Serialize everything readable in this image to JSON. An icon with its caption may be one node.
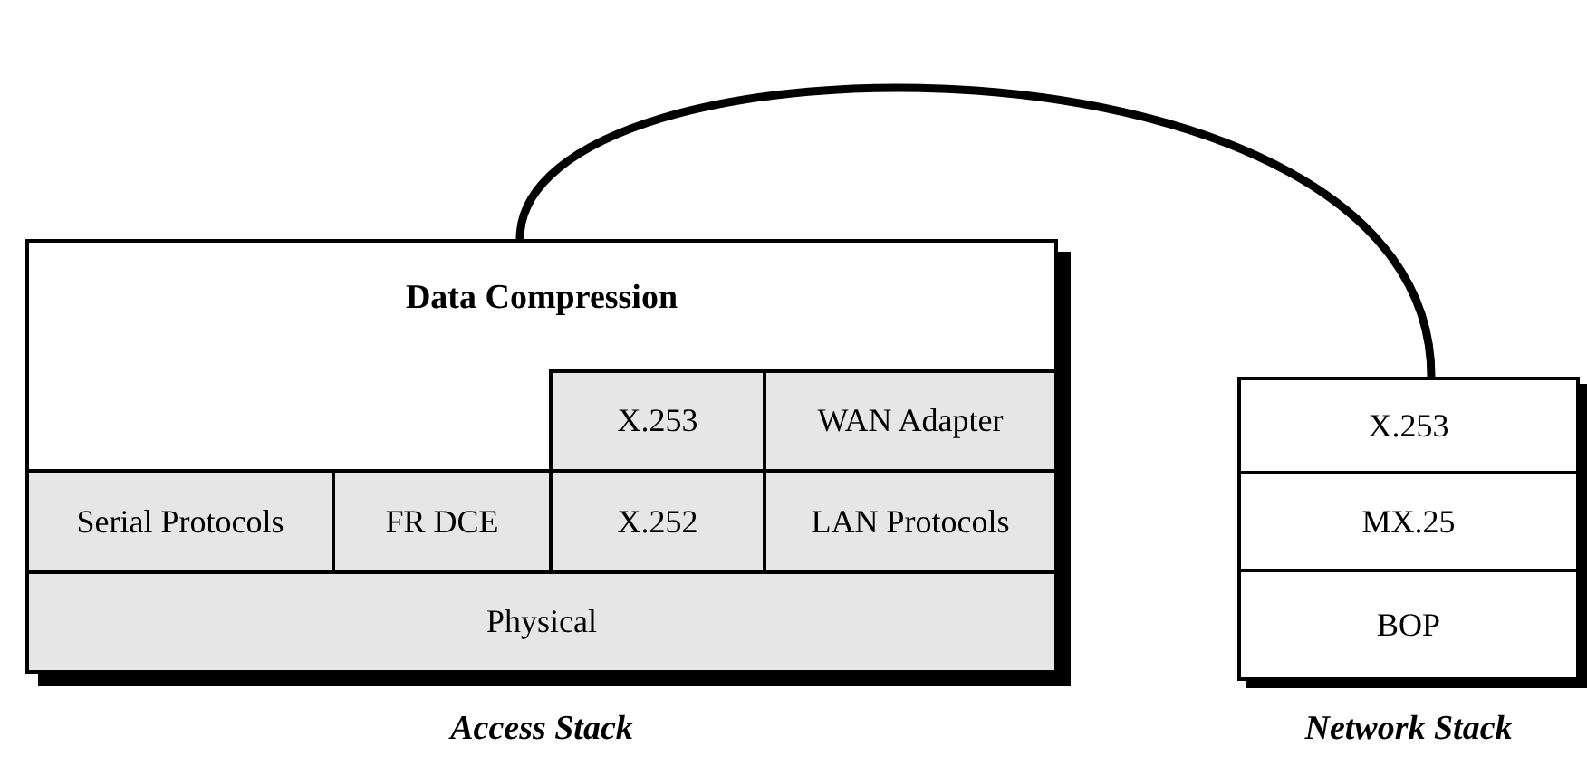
{
  "diagram": {
    "nodes": [
      {
        "text": [
          "Data Compression"
        ],
        "beside": [
          "Access Stack"
        ]
      },
      {
        "text": [
          "X.253"
        ],
        "in": 0
      },
      {
        "text": [
          "WAN Adapter"
        ],
        "in": 0
      },
      {
        "text": [
          "Serial Protocols"
        ],
        "in": 0
      },
      {
        "text": [
          "FR DCE"
        ],
        "in": 0
      },
      {
        "text": [
          "X.252"
        ],
        "in": 0
      },
      {
        "text": [
          "LAN Protocols"
        ],
        "in": 0
      },
      {
        "text": [
          "Physical"
        ],
        "in": 0
      },
      {
        "text": [],
        "shape": "box",
        "beside": [
          "Network Stack"
        ]
      },
      {
        "text": [
          "X.253"
        ],
        "in": 8
      },
      {
        "text": [
          "MX.25"
        ],
        "in": 8
      },
      {
        "text": [
          "BOP"
        ],
        "in": 8
      }
    ],
    "edges": [
      {
        "from": 0,
        "to": 8,
        "arrow": "none"
      }
    ]
  }
}
